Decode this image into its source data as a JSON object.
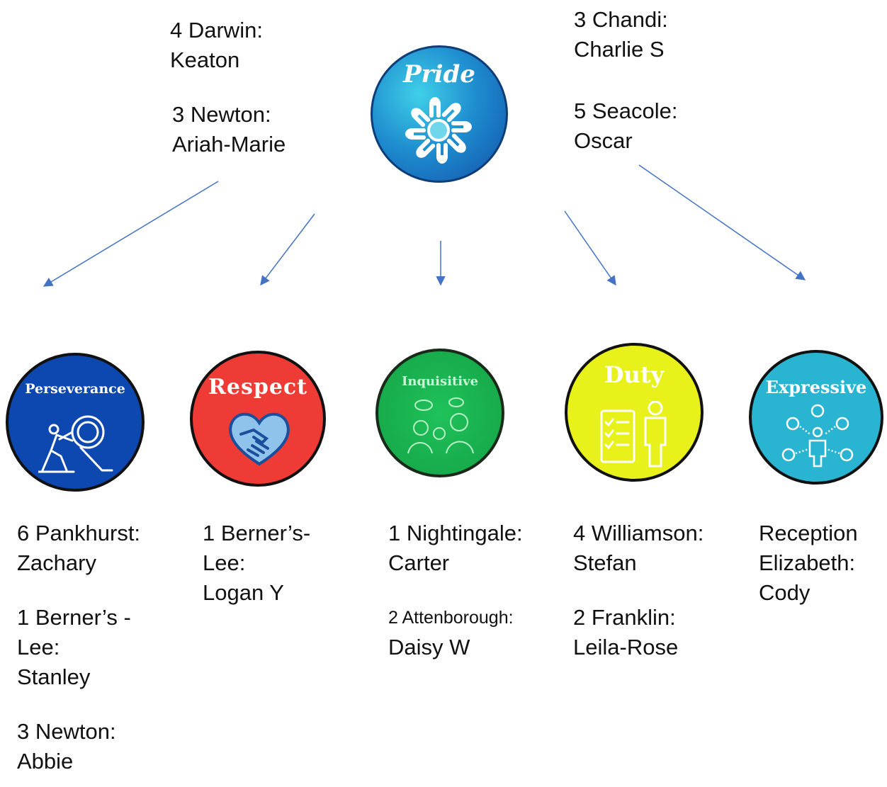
{
  "center": {
    "title": "Pride",
    "left_names": [
      {
        "house": "4 Darwin:",
        "name": "Keaton"
      },
      {
        "house": "3 Newton:",
        "name": "Ariah-Marie"
      }
    ],
    "right_names": [
      {
        "house": "3 Chandi:",
        "name": "Charlie S"
      },
      {
        "house": "5 Seacole:",
        "name": "Oscar"
      }
    ]
  },
  "values": [
    {
      "title": "Perseverance",
      "color": "#0d47b0",
      "icon": "climber-pushing-boulder-icon",
      "lines": [
        [
          "6 Pankhurst:",
          "Zachary"
        ],
        [
          "1 Berner’s -",
          "Lee:",
          "Stanley"
        ],
        [
          "3 Newton:",
          "Abbie"
        ]
      ]
    },
    {
      "title": "Respect",
      "color": "#ef3b36",
      "icon": "heart-handshake-icon",
      "lines": [
        [
          "1 Berner’s-",
          "Lee:",
          "Logan Y"
        ]
      ]
    },
    {
      "title": "Inquisitive",
      "color": "#18b04c",
      "icon": "thinking-heads-icon",
      "lines": [
        [
          "1 Nightingale:",
          "Carter"
        ],
        [
          "2 Attenborough:",
          "Daisy W"
        ]
      ]
    },
    {
      "title": "Duty",
      "color": "#e8f21a",
      "icon": "checklist-person-icon",
      "lines": [
        [
          "4 Williamson:",
          "Stefan"
        ],
        [
          "2 Franklin:",
          "Leila-Rose"
        ]
      ]
    },
    {
      "title": "Expressive",
      "color": "#29b5d1",
      "icon": "person-emotions-icon",
      "lines": [
        [
          "Reception",
          "Elizabeth:",
          "Cody"
        ]
      ]
    }
  ]
}
